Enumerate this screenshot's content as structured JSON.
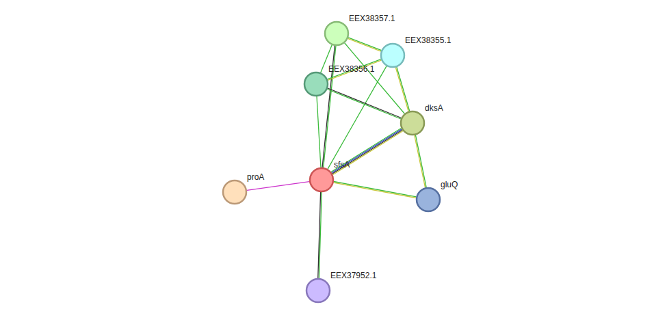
{
  "diagram": {
    "nodes": [
      {
        "text": [
          "EEX38357.1"
        ]
      },
      {
        "text": [
          "EEX38355.1"
        ]
      },
      {
        "text": [
          "EEX38356.1"
        ]
      },
      {
        "text": [
          "dksA"
        ]
      },
      {
        "text": [
          "sfsA"
        ]
      },
      {
        "text": [
          "proA"
        ]
      },
      {
        "text": [
          "gluQ"
        ]
      },
      {
        "text": [
          "EEX37952.1"
        ]
      }
    ],
    "edges": [
      {
        "from": 4,
        "to": 3,
        "arrow": "none"
      },
      {
        "from": 4,
        "to": 0,
        "arrow": "none"
      },
      {
        "from": 4,
        "to": 2,
        "arrow": "none"
      },
      {
        "from": 4,
        "to": 1,
        "arrow": "none"
      },
      {
        "from": 4,
        "to": 6,
        "arrow": "none"
      },
      {
        "from": 4,
        "to": 5,
        "arrow": "none"
      },
      {
        "from": 4,
        "to": 7,
        "arrow": "none"
      },
      {
        "from": 0,
        "to": 1,
        "arrow": "none"
      },
      {
        "from": 0,
        "to": 2,
        "arrow": "none"
      },
      {
        "from": 0,
        "to": 3,
        "arrow": "none"
      },
      {
        "from": 2,
        "to": 1,
        "arrow": "none"
      },
      {
        "from": 2,
        "to": 3,
        "arrow": "none"
      },
      {
        "from": 1,
        "to": 3,
        "arrow": "none"
      },
      {
        "from": 3,
        "to": 6,
        "arrow": "none"
      }
    ]
  }
}
